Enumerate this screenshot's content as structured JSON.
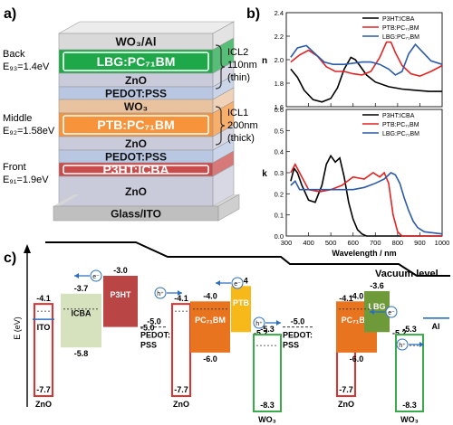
{
  "panels": {
    "a": "a)",
    "b": "b)",
    "c": "c)"
  },
  "stack": {
    "layers": [
      {
        "label": "WO₃/Al",
        "color": "#d9d9d9",
        "top": "#ececec"
      },
      {
        "label": "LBG:PC₇₁BM",
        "color": "#1fa84a",
        "top": "#25b754"
      },
      {
        "label": "ZnO",
        "color": "#c9cbdb",
        "top": "#dcdde8"
      },
      {
        "label": "PEDOT:PSS",
        "color": "#b9c7e3",
        "top": "#ccd8ee"
      },
      {
        "label": "WO₃",
        "color": "#e9c3a0",
        "top": "#f2d5bb"
      },
      {
        "label": "PTB:PC₇₁BM",
        "color": "#f7943b",
        "top": "#fbb16f"
      },
      {
        "label": "ZnO",
        "color": "#c9cbdb",
        "top": "#dcdde8"
      },
      {
        "label": "PEDOT:PSS",
        "color": "#b9c7e3",
        "top": "#ccd8ee"
      },
      {
        "label": "P3HT:ICBA",
        "color": "#c94c4c",
        "top": "#d86a6a"
      },
      {
        "label": "ZnO",
        "color": "#c9cbdb",
        "top": "#dcdde8"
      },
      {
        "label": "Glass/ITO",
        "color": "#bfbfbf",
        "top": "#d6d6d6"
      }
    ],
    "side_labels": [
      {
        "name": "Back",
        "gap": "E₉₃=1.4eV"
      },
      {
        "name": "Middle",
        "gap": "E₉₂=1.58eV"
      },
      {
        "name": "Front",
        "gap": "E₉₁=1.9eV"
      }
    ],
    "icl": [
      {
        "title": "ICL2",
        "thickness": "110nm",
        "note": "(thin)"
      },
      {
        "title": "ICL1",
        "thickness": "200nm",
        "note": "(thick)"
      }
    ]
  },
  "chart_data": [
    {
      "type": "line",
      "ylabel": "n",
      "xlim": [
        300,
        1000
      ],
      "ylim": [
        1.6,
        2.4
      ],
      "yticks": [
        "1.6",
        "1.8",
        "2.0",
        "2.2",
        "2.4"
      ],
      "series": [
        {
          "name": "P3HT:ICBA",
          "color": "#000000",
          "x": [
            320,
            350,
            380,
            420,
            460,
            500,
            530,
            560,
            590,
            610,
            630,
            660,
            700,
            760,
            820,
            880,
            940,
            1000
          ],
          "y": [
            1.92,
            1.85,
            1.74,
            1.66,
            1.64,
            1.67,
            1.76,
            1.92,
            2.02,
            2.0,
            1.95,
            1.87,
            1.81,
            1.77,
            1.75,
            1.74,
            1.73,
            1.73
          ]
        },
        {
          "name": "PTB:PC₇₁BM",
          "color": "#e32222",
          "x": [
            320,
            360,
            400,
            440,
            480,
            520,
            560,
            600,
            640,
            680,
            720,
            750,
            770,
            790,
            820,
            860,
            900,
            950,
            1000
          ],
          "y": [
            1.98,
            2.04,
            2.08,
            2.03,
            1.94,
            1.9,
            1.9,
            1.88,
            1.87,
            1.9,
            2.02,
            2.15,
            2.15,
            2.06,
            1.95,
            1.88,
            1.86,
            1.9,
            1.95
          ]
        },
        {
          "name": "LBG:PC₇₁BM",
          "color": "#2c5aa8",
          "x": [
            320,
            350,
            390,
            430,
            470,
            510,
            560,
            600,
            640,
            680,
            720,
            760,
            790,
            820,
            850,
            880,
            910,
            950,
            1000
          ],
          "y": [
            2.02,
            2.1,
            2.12,
            2.05,
            1.98,
            1.96,
            1.96,
            1.97,
            1.98,
            1.98,
            1.96,
            1.92,
            1.87,
            1.9,
            2.05,
            2.13,
            2.07,
            1.99,
            1.96
          ]
        }
      ]
    },
    {
      "type": "line",
      "ylabel": "k",
      "xlabel": "Wavelength / nm",
      "xlim": [
        300,
        1000
      ],
      "ylim": [
        0.0,
        0.6
      ],
      "xticks": [
        "300",
        "400",
        "500",
        "600",
        "700",
        "800",
        "900",
        "1000"
      ],
      "yticks": [
        "0.0",
        "0.1",
        "0.2",
        "0.3",
        "0.4",
        "0.5",
        "0.6"
      ],
      "series": [
        {
          "name": "P3HT:ICBA",
          "color": "#000000",
          "x": [
            320,
            335,
            350,
            370,
            400,
            430,
            460,
            480,
            500,
            520,
            540,
            560,
            580,
            600,
            620,
            640,
            660,
            700,
            1000
          ],
          "y": [
            0.26,
            0.32,
            0.3,
            0.24,
            0.17,
            0.16,
            0.24,
            0.34,
            0.38,
            0.35,
            0.37,
            0.28,
            0.16,
            0.08,
            0.03,
            0.01,
            0.0,
            0.0,
            0.0
          ]
        },
        {
          "name": "PTB:PC₇₁BM",
          "color": "#e32222",
          "x": [
            320,
            340,
            360,
            400,
            450,
            500,
            550,
            600,
            650,
            690,
            720,
            740,
            760,
            780,
            800,
            820,
            840,
            1000
          ],
          "y": [
            0.3,
            0.34,
            0.3,
            0.22,
            0.21,
            0.22,
            0.24,
            0.28,
            0.27,
            0.3,
            0.28,
            0.3,
            0.25,
            0.1,
            0.02,
            0.0,
            0.0,
            0.0
          ]
        },
        {
          "name": "LBG:PC₇₁BM",
          "color": "#2c5aa8",
          "x": [
            320,
            340,
            360,
            400,
            450,
            500,
            550,
            600,
            650,
            700,
            740,
            770,
            790,
            810,
            830,
            850,
            870,
            890,
            920,
            1000
          ],
          "y": [
            0.24,
            0.26,
            0.22,
            0.22,
            0.22,
            0.22,
            0.22,
            0.22,
            0.23,
            0.25,
            0.27,
            0.3,
            0.29,
            0.25,
            0.18,
            0.12,
            0.07,
            0.04,
            0.02,
            0.01
          ]
        }
      ]
    }
  ],
  "energy": {
    "ylabel": "E (eV)",
    "vacuum_label": "Vacuum level",
    "electron": "e⁻",
    "hole": "h⁺",
    "boxes": [
      {
        "id": "zno1",
        "top": "-4.1",
        "bottom": "-7.7",
        "name": "ZnO",
        "edge": "#e03030",
        "fill": "#ffffff",
        "inside": ""
      },
      {
        "id": "icba",
        "top": "-3.7",
        "bottom": "-5.8",
        "name": "",
        "edge": "#d6e2bd",
        "fill": "#d6e2bd",
        "inside": "ICBA"
      },
      {
        "id": "p3ht",
        "top": "-3.0",
        "bottom": "-5.0",
        "name": "",
        "edge": "#b94545",
        "fill": "#b94545",
        "inside": "P3HT"
      },
      {
        "id": "zno2",
        "top": "-4.1",
        "bottom": "-7.7",
        "name": "ZnO",
        "edge": "#e03030",
        "fill": "#ffffff",
        "inside": ""
      },
      {
        "id": "pc71a",
        "top": "-4.0",
        "bottom": "-6.0",
        "name": "",
        "edge": "#e8741f",
        "fill": "#e8741f",
        "inside": "PC₇₁BM"
      },
      {
        "id": "ptb",
        "top": "-3.4",
        "bottom": "-5.2",
        "name": "",
        "edge": "#f7b81a",
        "fill": "#f7b81a",
        "inside": "PTB"
      },
      {
        "id": "wo3a",
        "top": "-5.3",
        "bottom": "-8.3",
        "name": "WO₃",
        "edge": "#3aaa4a",
        "fill": "#ffffff",
        "inside": ""
      },
      {
        "id": "zno3",
        "top": "-4.1",
        "bottom": "-7.7",
        "name": "ZnO",
        "edge": "#e03030",
        "fill": "#ffffff",
        "inside": ""
      },
      {
        "id": "pc71b",
        "top": "-4.0",
        "bottom": "-6.0",
        "name": "",
        "edge": "#e8741f",
        "fill": "#e8741f",
        "inside": "PC₇₁BM"
      },
      {
        "id": "lbg",
        "top": "-3.6",
        "bottom": "-5.2",
        "name": "",
        "edge": "#6f9a3a",
        "fill": "#6f9a3a",
        "inside": "LBG"
      },
      {
        "id": "wo3b",
        "top": "-5.3",
        "bottom": "-8.3",
        "name": "WO₃",
        "edge": "#3aaa4a",
        "fill": "#ffffff",
        "inside": ""
      }
    ],
    "ito": "ITO",
    "al": "Al",
    "pedot1": {
      "value": "-5.0",
      "label1": "PEDOT:",
      "label2": "PSS"
    },
    "pedot2": {
      "value": "-5.0",
      "label1": "PEDOT:",
      "label2": "PSS"
    }
  }
}
